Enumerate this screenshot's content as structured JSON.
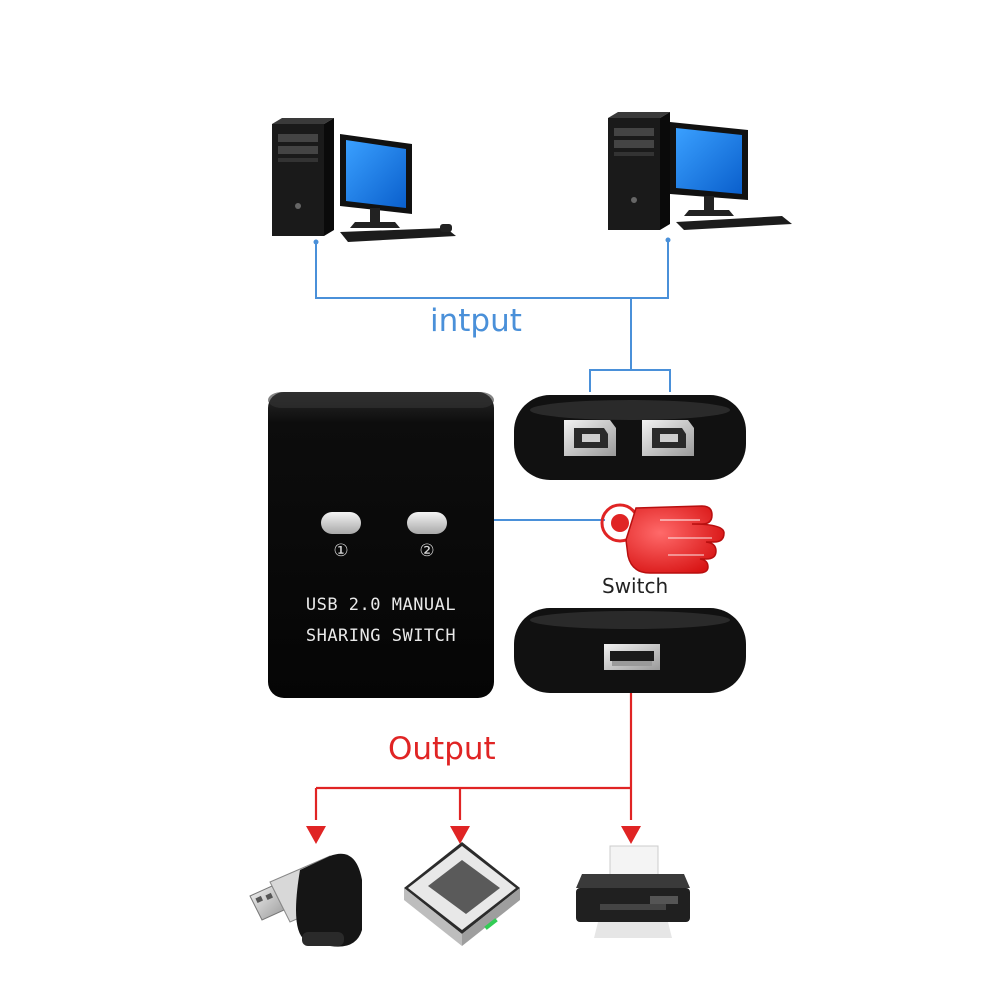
{
  "labels": {
    "input": "intput",
    "output": "Output",
    "switch": "Switch"
  },
  "device": {
    "line1": "USB 2.0 MANUAL",
    "line2": "SHARING SWITCH",
    "port1": "①",
    "port2": "②"
  },
  "colors": {
    "input_line": "#4a90d9",
    "output_line": "#e02424",
    "device_body": "#0d0d0d",
    "led": "#d9d9d9"
  },
  "icons": [
    "computer-icon",
    "computer-icon",
    "usb-b-port-icon",
    "usb-a-port-icon",
    "pressing-finger-icon",
    "usb-flash-drive-icon",
    "scanner-icon",
    "printer-icon"
  ]
}
